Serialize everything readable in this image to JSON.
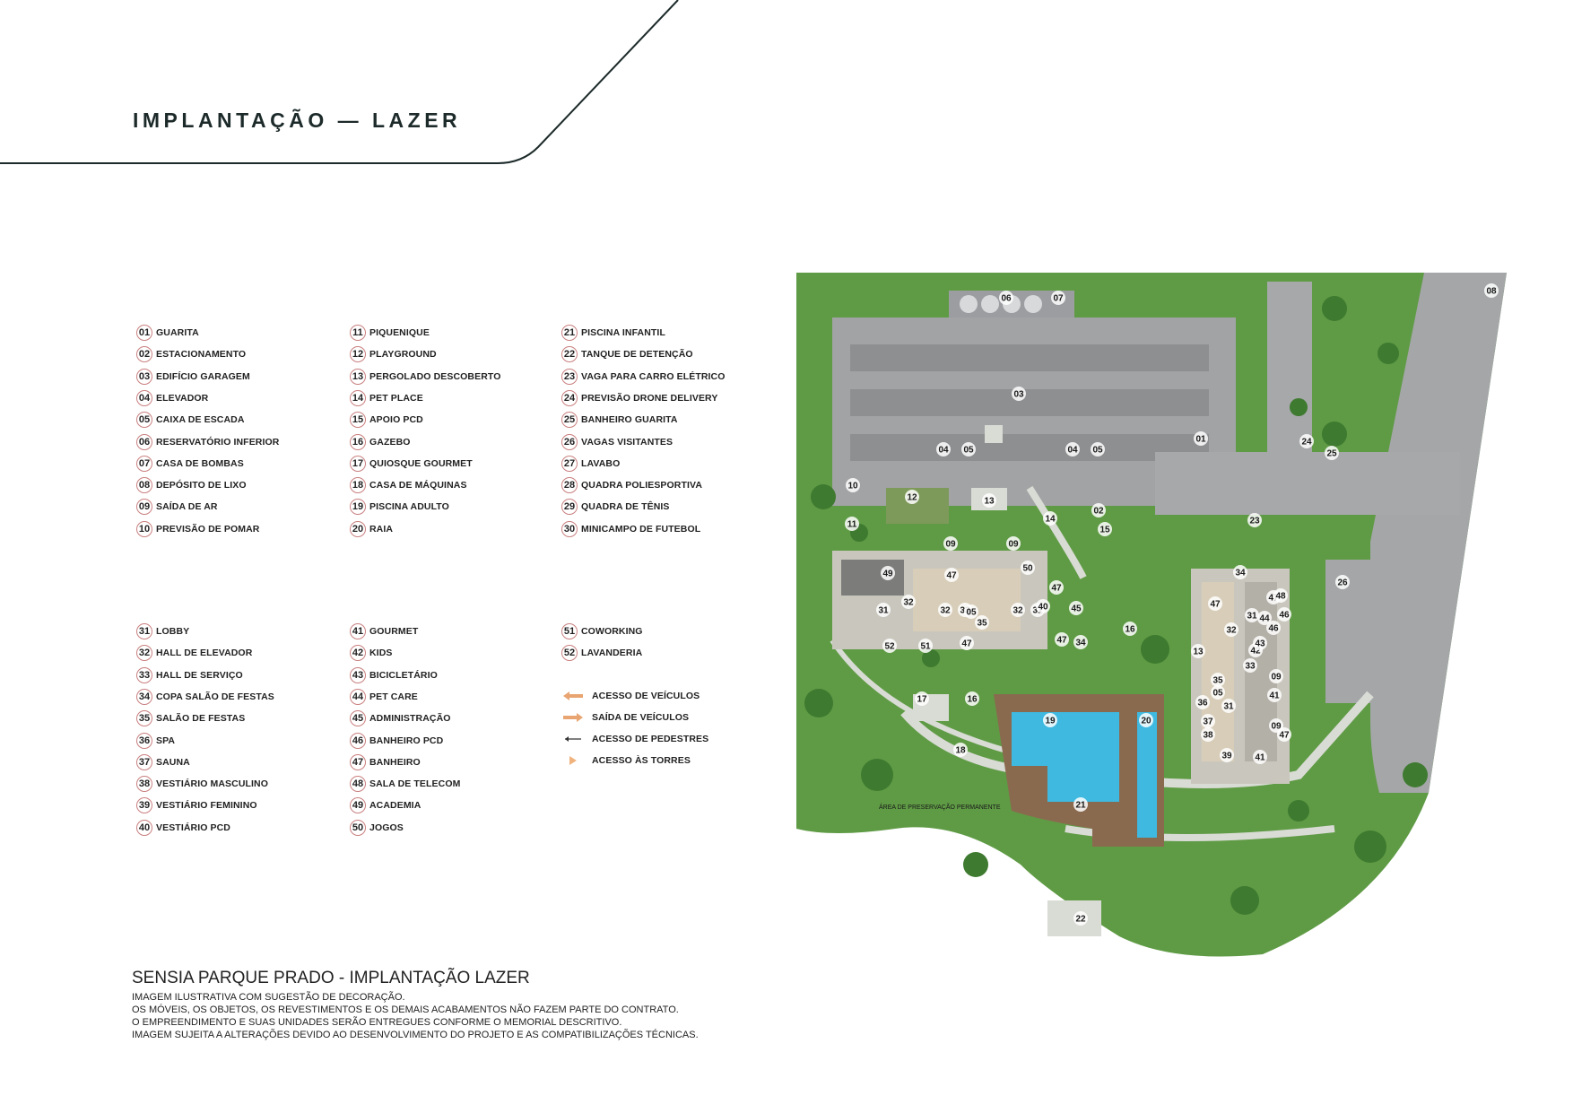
{
  "header": {
    "title": "IMPLANTAÇÃO — LAZER"
  },
  "legend": {
    "columns": [
      [
        {
          "n": "01",
          "label": "GUARITA"
        },
        {
          "n": "02",
          "label": "ESTACIONAMENTO"
        },
        {
          "n": "03",
          "label": "EDIFÍCIO GARAGEM"
        },
        {
          "n": "04",
          "label": "ELEVADOR"
        },
        {
          "n": "05",
          "label": "CAIXA DE ESCADA"
        },
        {
          "n": "06",
          "label": "RESERVATÓRIO INFERIOR"
        },
        {
          "n": "07",
          "label": "CASA DE BOMBAS"
        },
        {
          "n": "08",
          "label": "DEPÓSITO DE LIXO"
        },
        {
          "n": "09",
          "label": "SAÍDA DE AR"
        },
        {
          "n": "10",
          "label": "PREVISÃO DE POMAR"
        }
      ],
      [
        {
          "n": "11",
          "label": "PIQUENIQUE"
        },
        {
          "n": "12",
          "label": "PLAYGROUND"
        },
        {
          "n": "13",
          "label": "PERGOLADO DESCOBERTO"
        },
        {
          "n": "14",
          "label": "PET PLACE"
        },
        {
          "n": "15",
          "label": "APOIO PCD"
        },
        {
          "n": "16",
          "label": "GAZEBO"
        },
        {
          "n": "17",
          "label": "QUIOSQUE GOURMET"
        },
        {
          "n": "18",
          "label": "CASA DE MÁQUINAS"
        },
        {
          "n": "19",
          "label": "PISCINA ADULTO"
        },
        {
          "n": "20",
          "label": "RAIA"
        }
      ],
      [
        {
          "n": "21",
          "label": "PISCINA INFANTIL"
        },
        {
          "n": "22",
          "label": "TANQUE DE DETENÇÃO"
        },
        {
          "n": "23",
          "label": "VAGA PARA CARRO ELÉTRICO"
        },
        {
          "n": "24",
          "label": "PREVISÃO DRONE DELIVERY"
        },
        {
          "n": "25",
          "label": "BANHEIRO GUARITA"
        },
        {
          "n": "26",
          "label": "VAGAS VISITANTES"
        },
        {
          "n": "27",
          "label": "LAVABO"
        },
        {
          "n": "28",
          "label": "QUADRA POLIESPORTIVA"
        },
        {
          "n": "29",
          "label": "QUADRA DE TÊNIS"
        },
        {
          "n": "30",
          "label": "MINICAMPO DE FUTEBOL"
        }
      ],
      [
        {
          "n": "31",
          "label": "LOBBY"
        },
        {
          "n": "32",
          "label": "HALL DE ELEVADOR"
        },
        {
          "n": "33",
          "label": "HALL DE SERVIÇO"
        },
        {
          "n": "34",
          "label": "COPA SALÃO DE FESTAS"
        },
        {
          "n": "35",
          "label": "SALÃO DE FESTAS"
        },
        {
          "n": "36",
          "label": "SPA"
        },
        {
          "n": "37",
          "label": "SAUNA"
        },
        {
          "n": "38",
          "label": "VESTIÁRIO MASCULINO"
        },
        {
          "n": "39",
          "label": "VESTIÁRIO FEMININO"
        },
        {
          "n": "40",
          "label": "VESTIÁRIO PCD"
        }
      ],
      [
        {
          "n": "41",
          "label": "GOURMET"
        },
        {
          "n": "42",
          "label": "KIDS"
        },
        {
          "n": "43",
          "label": "BICICLETÁRIO"
        },
        {
          "n": "44",
          "label": "PET CARE"
        },
        {
          "n": "45",
          "label": "ADMINISTRAÇÃO"
        },
        {
          "n": "46",
          "label": "BANHEIRO PCD"
        },
        {
          "n": "47",
          "label": "BANHEIRO"
        },
        {
          "n": "48",
          "label": "SALA DE TELECOM"
        },
        {
          "n": "49",
          "label": "ACADEMIA"
        },
        {
          "n": "50",
          "label": "JOGOS"
        }
      ],
      [
        {
          "n": "51",
          "label": "COWORKING"
        },
        {
          "n": "52",
          "label": "LAVANDERIA"
        }
      ]
    ],
    "symbols": [
      {
        "icon": "vehicle-access-arrow-icon",
        "label": "ACESSO DE VEÍCULOS"
      },
      {
        "icon": "vehicle-exit-arrow-icon",
        "label": "SAÍDA DE VEÍCULOS"
      },
      {
        "icon": "pedestrian-arrow-icon",
        "label": "ACESSO DE PEDESTRES"
      },
      {
        "icon": "tower-access-triangle-icon",
        "label": "ACESSO ÀS TORRES"
      }
    ]
  },
  "site_plan": {
    "note": "ÁREA DE PRESERVAÇÃO PERMANENTE",
    "labels": [
      "01",
      "02",
      "03",
      "04",
      "05",
      "04",
      "05",
      "06",
      "07",
      "08",
      "09",
      "09",
      "09",
      "09",
      "10",
      "11",
      "12",
      "13",
      "13",
      "14",
      "15",
      "16",
      "16",
      "17",
      "18",
      "19",
      "20",
      "21",
      "22",
      "23",
      "24",
      "25",
      "26",
      "31",
      "31",
      "31",
      "31",
      "32",
      "32",
      "32",
      "32",
      "33",
      "33",
      "34",
      "34",
      "35",
      "35",
      "36",
      "37",
      "38",
      "39",
      "40",
      "41",
      "41",
      "42",
      "43",
      "44",
      "45",
      "46",
      "46",
      "47",
      "47",
      "47",
      "47",
      "47",
      "47",
      "47",
      "48",
      "49",
      "50",
      "51",
      "52",
      "05",
      "05"
    ]
  },
  "bottom": {
    "title": "SENSIA PARQUE PRADO - IMPLANTAÇÃO LAZER",
    "disclaimer": [
      "IMAGEM ILUSTRATIVA COM SUGESTÃO DE DECORAÇÃO.",
      "OS MÓVEIS, OS OBJETOS, OS REVESTIMENTOS E OS DEMAIS ACABAMENTOS NÃO FAZEM PARTE DO CONTRATO.",
      "O EMPREENDIMENTO E SUAS UNIDADES SERÃO ENTREGUES CONFORME O MEMORIAL DESCRITIVO.",
      "IMAGEM SUJEITA A ALTERAÇÕES DEVIDO AO DESENVOLVIMENTO DO PROJETO E AS COMPATIBILIZAÇÕES TÉCNICAS."
    ]
  },
  "colors": {
    "title": "#1d2a2a",
    "grass": "#5f9b45",
    "parking": "#9ea0a2",
    "pool": "#3fb9e0",
    "deck": "#8a6a4f",
    "badge_ring": "#c97f7f"
  }
}
